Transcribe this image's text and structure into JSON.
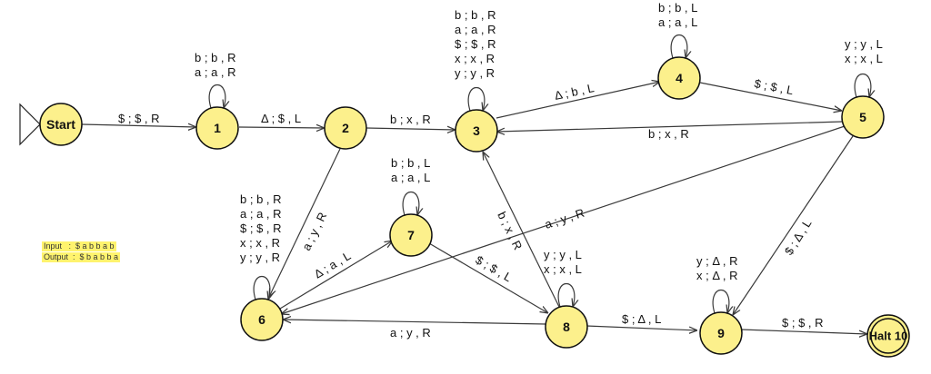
{
  "colors": {
    "state_fill": "#fcf08c",
    "note_fill": "#fff36e"
  },
  "states": {
    "start": "Start",
    "s1": "1",
    "s2": "2",
    "s3": "3",
    "s4": "4",
    "s5": "5",
    "s6": "6",
    "s7": "7",
    "s8": "8",
    "s9": "9",
    "halt": "Halt 10"
  },
  "transitions": {
    "start_1": [
      "$ ; $ , R"
    ],
    "loop_1": [
      "b ; b , R",
      "a ; a , R"
    ],
    "t1_2": [
      "Δ ; $ , L"
    ],
    "t2_3": [
      "b ; x , R"
    ],
    "loop_3": [
      "b ; b , R",
      "a ; a , R",
      "$ ; $ , R",
      "x ; x , R",
      "y ; y , R"
    ],
    "t3_4": [
      "Δ ; b , L"
    ],
    "loop_4": [
      "b ; b , L",
      "a ; a , L"
    ],
    "t4_5": [
      "$ ; $ , L"
    ],
    "loop_5": [
      "y ; y , L",
      "x ; x , L"
    ],
    "t5_3": [
      "b ; x , R"
    ],
    "t2_6": [
      "a ; y , R"
    ],
    "t5_6": [
      "a ; y , R"
    ],
    "loop_6": [
      "b ; b , R",
      "a ; a , R",
      "$ ; $ , R",
      "x ; x , R",
      "y ; y , R"
    ],
    "t6_7": [
      "Δ ; a , L"
    ],
    "loop_7": [
      "b ; b , L",
      "a ; a , L"
    ],
    "t7_8": [
      "$ ; $ , L"
    ],
    "t8_3": [
      "b ; x , R"
    ],
    "loop_8": [
      "y ; y , L",
      "x ; x , L"
    ],
    "t8_6": [
      "a ; y , R"
    ],
    "t8_9": [
      "$ ; Δ , L"
    ],
    "t5_9": [
      "$ ; Δ , L"
    ],
    "loop_9": [
      "y ; Δ , R",
      "x ; Δ , R"
    ],
    "t9_halt": [
      "$ ; $ , R"
    ]
  },
  "notes": {
    "input": "Input   :  $ a b b a b",
    "output": "Output  :  $ b a b b a"
  }
}
